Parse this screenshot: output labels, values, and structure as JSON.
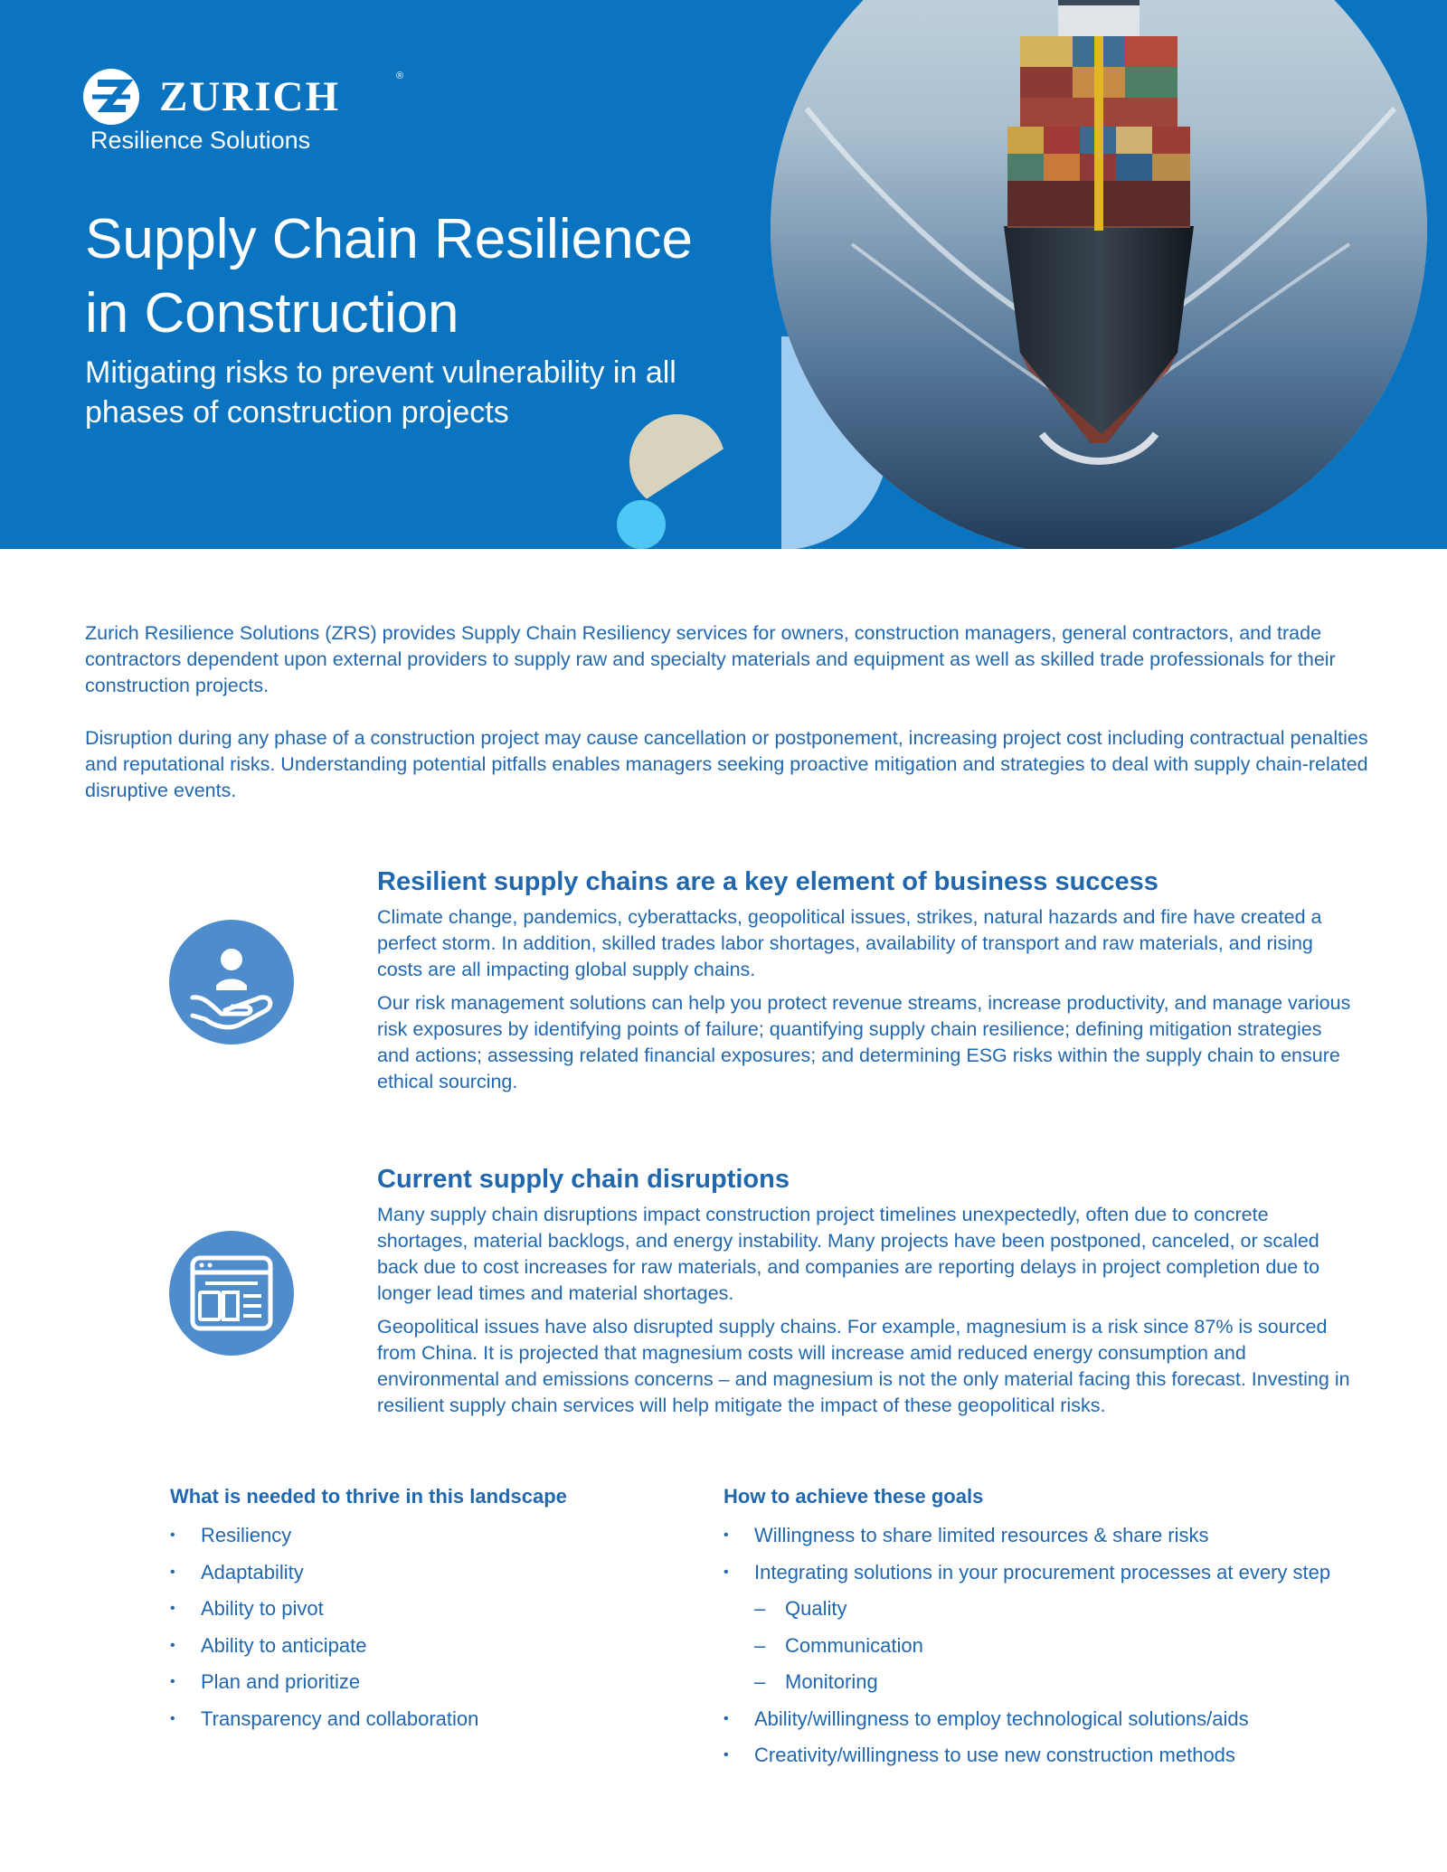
{
  "brand": {
    "name": "ZURICH",
    "registered_mark": "®",
    "subtitle": "Resilience Solutions"
  },
  "hero": {
    "title": "Supply Chain Resilience in Construction",
    "subtitle": "Mitigating risks to prevent vulnerability in all phases of construction projects"
  },
  "intro": {
    "paragraphs": [
      "Zurich Resilience Solutions (ZRS) provides Supply Chain Resiliency services for owners, construction managers, general contractors, and trade contractors dependent upon external providers to supply raw and specialty materials and equipment as well as skilled trade professionals for their construction projects.",
      "Disruption during any phase of a construction project may cause cancellation or postponement, increasing project cost including contractual penalties and reputational risks. Understanding potential pitfalls enables managers seeking proactive mitigation and strategies to deal with supply chain-related disruptive events."
    ]
  },
  "sections": [
    {
      "icon": "hand-holding-person-icon",
      "heading": "Resilient supply chains are a key element of business success",
      "paragraphs": [
        "Climate change, pandemics, cyberattacks, geopolitical issues, strikes, natural hazards and fire have created a perfect storm. In addition, skilled trades labor shortages, availability of transport and raw materials, and rising costs are all impacting global supply chains.",
        "Our risk management solutions can help you protect revenue streams, increase productivity, and manage various risk exposures by identifying points of failure; quantifying supply chain resilience; defining mitigation strategies and actions; assessing related financial exposures; and determining ESG risks within the supply chain to ensure ethical sourcing."
      ]
    },
    {
      "icon": "newspaper-icon",
      "heading": "Current supply chain disruptions",
      "paragraphs": [
        "Many supply chain disruptions impact construction project timelines unexpectedly, often due to concrete shortages, material backlogs, and energy instability. Many projects have been postponed, canceled, or scaled back due to cost increases for raw materials, and companies are reporting delays in project completion due to longer lead times and material shortages.",
        "Geopolitical issues have also disrupted supply chains. For example, magnesium is a risk since 87% is sourced from China. It is projected that magnesium costs will increase amid reduced energy consumption and environmental and emissions concerns – and magnesium is not the only material facing this forecast. Investing in resilient supply chain services will help mitigate the impact of these geopolitical risks."
      ]
    }
  ],
  "lists": {
    "left": {
      "heading": "What is needed to thrive in this landscape",
      "items": [
        "Resiliency",
        "Adaptability",
        "Ability to pivot",
        "Ability to anticipate",
        "Plan and prioritize",
        "Transparency and collaboration"
      ]
    },
    "right": {
      "heading": "How to achieve these goals",
      "items": [
        "Willingness to share limited resources & share risks",
        "Integrating solutions in your procurement processes at every step",
        "Quality",
        "Communication",
        "Monitoring",
        "Ability/willingness to employ technological solutions/aids",
        "Creativity/willingness to use new construction methods"
      ]
    },
    "bullet_glyph": "•",
    "sub_bullet_glyph": "–"
  },
  "colors": {
    "hero_blue": "#0b74c1",
    "text_blue": "#2167ae",
    "icon_blue": "#4f8ccb",
    "light_blue": "#9fcdf2",
    "cyan": "#4dc7f5",
    "sand": "#d8d3bd"
  }
}
